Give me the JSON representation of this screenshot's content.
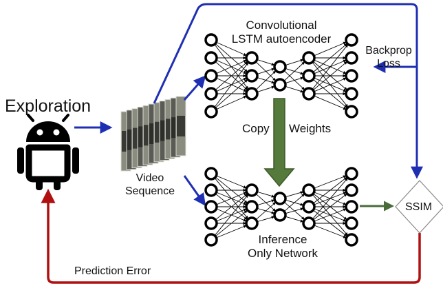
{
  "labels": {
    "exploration": "Exploration",
    "video_sequence_line1": "Video",
    "video_sequence_line2": "Sequence",
    "autoencoder_line1": "Convolutional",
    "autoencoder_line2": "LSTM autoencoder",
    "backprop_line1": "Backprop",
    "backprop_line2": "Loss",
    "copy": "Copy",
    "weights": "Weights",
    "inference_line1": "Inference",
    "inference_line2": "Only Network",
    "ssim": "SSIM",
    "prediction_error": "Prediction Error"
  },
  "network": {
    "layers": [
      5,
      3,
      2,
      3,
      5
    ]
  },
  "colors": {
    "flow_arrow": "#1f2fb3",
    "error_arrow": "#b01010",
    "copy_arrow": "#557a3c",
    "ssim_arrow": "#4a6b3a",
    "node_stroke": "#000000"
  },
  "icons": {
    "agent": "android-robot-icon",
    "video": "video-frames-icon"
  }
}
